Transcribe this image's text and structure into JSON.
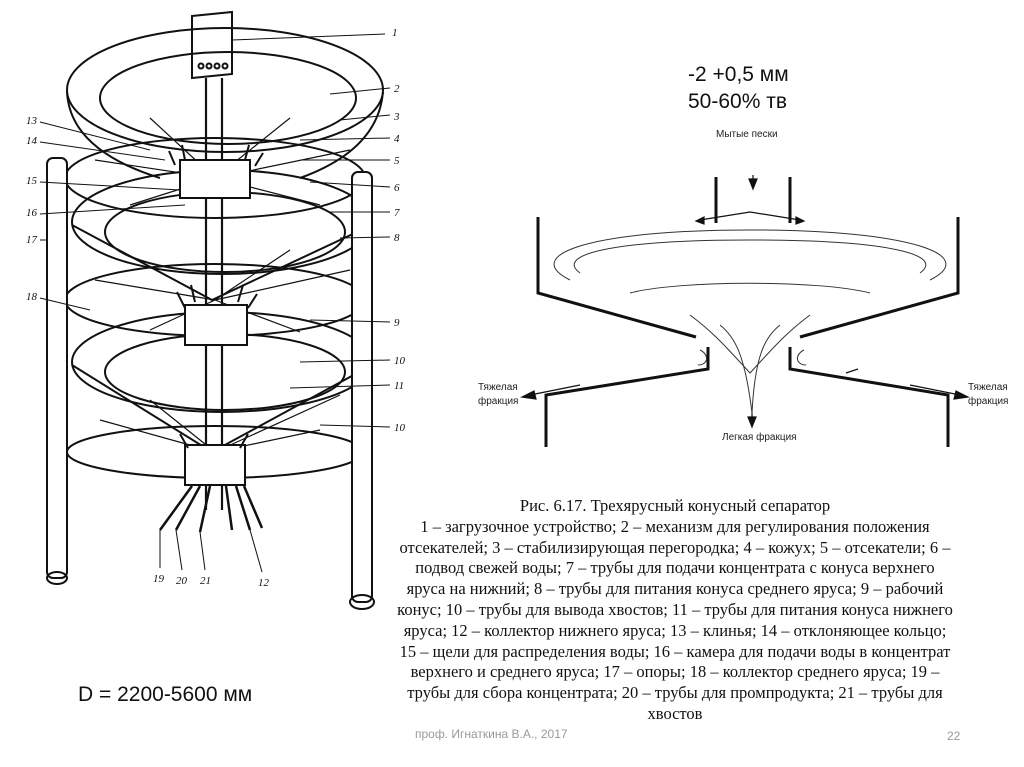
{
  "spec": {
    "size": "-2 +0,5 мм",
    "solids": "50-60% тв"
  },
  "diameter": "D = 2200-5600 мм",
  "schematic": {
    "input_label": "Мытые пески",
    "heavy_left": [
      "Тяжелая",
      "фракция"
    ],
    "heavy_right": [
      "Тяжелая",
      "фракция"
    ],
    "light_label": "Легкая фракция"
  },
  "drawing": {
    "callouts_right": [
      "1",
      "2",
      "3",
      "4",
      "5",
      "6",
      "7",
      "8",
      "9",
      "10",
      "11",
      "10"
    ],
    "callouts_left": [
      "13",
      "14",
      "15",
      "16",
      "17",
      "18"
    ],
    "callouts_bottom": [
      "19",
      "20",
      "21",
      "12"
    ]
  },
  "caption": {
    "title": "Рис. 6.17. Трехярусный конусный сепаратор",
    "body": "1 – загрузочное устройство; 2 – механизм для регулирования положения отсекателей; 3 – стабилизирующая перегородка; 4 – кожух; 5 – отсекатели; 6 – подвод свежей воды; 7 – трубы для подачи концентрата с конуса верхнего яруса на нижний; 8 – трубы для питания конуса среднего яруса; 9 – рабочий конус; 10 – трубы для вывода хвостов; 11 – трубы для питания конуса нижнего яруса; 12 – коллектор нижнего яруса; 13 – клинья; 14 – отклоняющее кольцо; 15 – щели для распределения воды; 16 – камера для подачи воды в концентрат верхнего и среднего яруса; 17 – опоры; 18 – коллектор среднего яруса; 19 – трубы для сбора концентрата; 20 – трубы для промпродукта; 21 – трубы для хвостов"
  },
  "footer": "проф. Игнаткина В.А., 2017",
  "page_number": "22"
}
